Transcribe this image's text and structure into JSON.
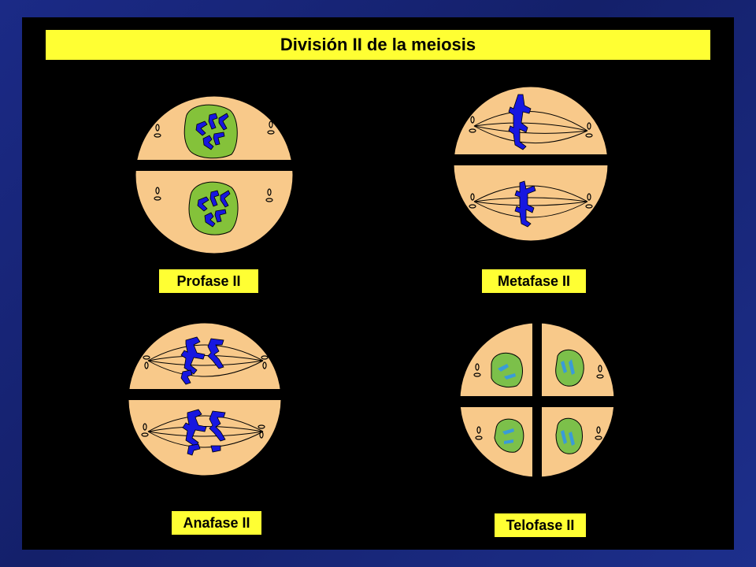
{
  "title": "División II de la meiosis",
  "phases": [
    {
      "id": "profase",
      "label": "Profase II"
    },
    {
      "id": "metafase",
      "label": "Metafase II"
    },
    {
      "id": "anafase",
      "label": "Anafase II"
    },
    {
      "id": "telofase",
      "label": "Telofase II"
    }
  ],
  "colors": {
    "cell": "#f8c98a",
    "nucleus": "#84c23a",
    "chromosome": "#1717e0",
    "label_bg": "#ffff33",
    "divider": "#000000"
  }
}
